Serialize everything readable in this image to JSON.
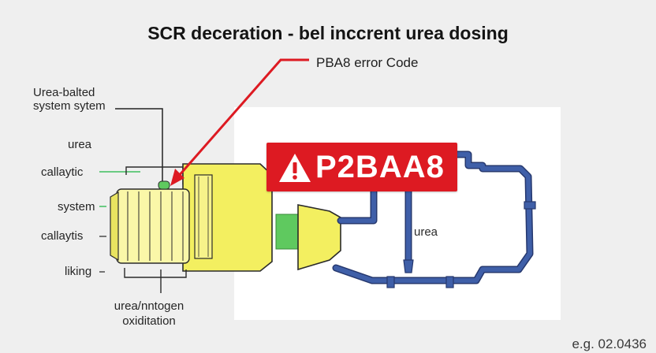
{
  "diagram": {
    "title": "SCR deceration - bel inccrent urea dosing",
    "callout_label": "PBA8 error Code",
    "error_code": "P2BAA8",
    "left_labels": {
      "header": "Urea-balted\nsystem sytem",
      "urea": "urea",
      "callaytic": "callaytic",
      "system": "system",
      "callaytis": "callaytis",
      "liking": "liking"
    },
    "bottom_label": "urea/nntogen\noxiditation",
    "urea_line_label": "urea",
    "footnote": "e.g. 02.0436",
    "icons": [
      "warning-icon"
    ],
    "colors": {
      "background": "#efefef",
      "panel": "#ffffff",
      "device_body": "#f3ef60",
      "device_light": "#faf7a8",
      "green_part": "#5fc95f",
      "pipe": "#3f5fa8",
      "pipe_dark": "#26386e",
      "arrow": "#dd1a22",
      "error_box": "#dd1a22"
    }
  }
}
